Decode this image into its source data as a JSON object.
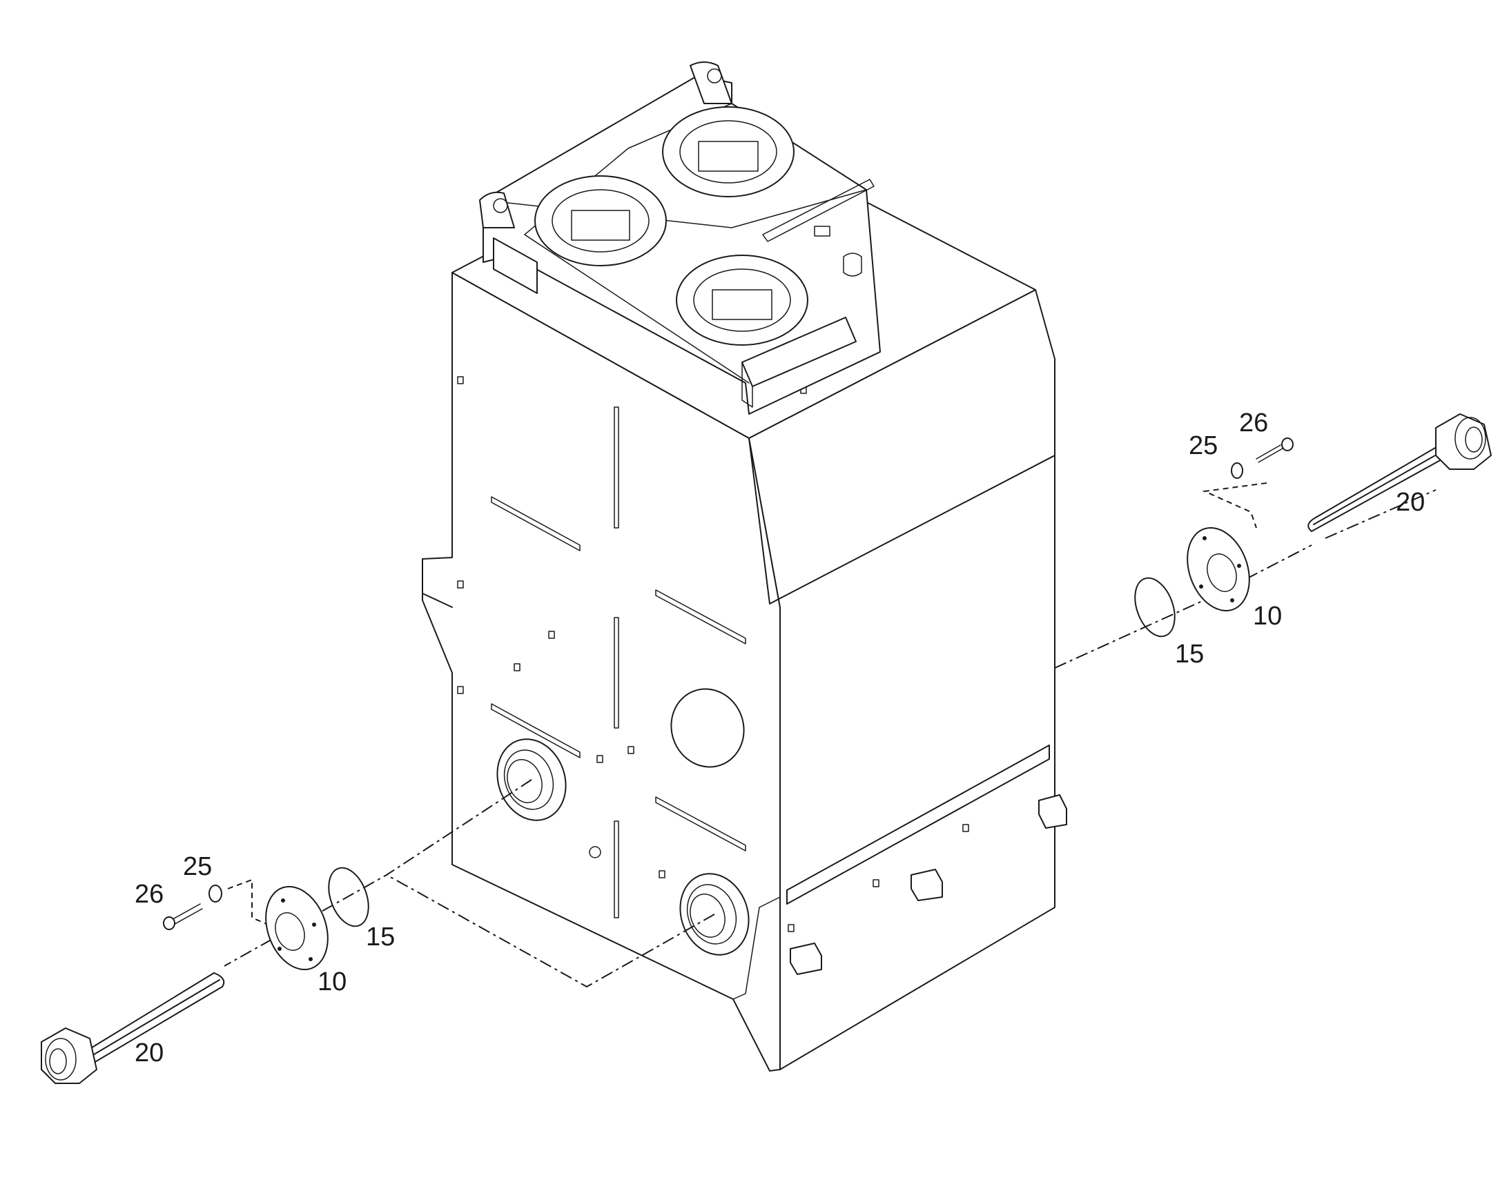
{
  "callouts": {
    "right": {
      "label_26": "26",
      "label_25": "25",
      "label_20": "20",
      "label_10": "10",
      "label_15": "15"
    },
    "left": {
      "label_25": "25",
      "label_26": "26",
      "label_15": "15",
      "label_10": "10",
      "label_20": "20"
    }
  },
  "colors": {
    "line": "#1a1a1a",
    "background": "#ffffff"
  }
}
